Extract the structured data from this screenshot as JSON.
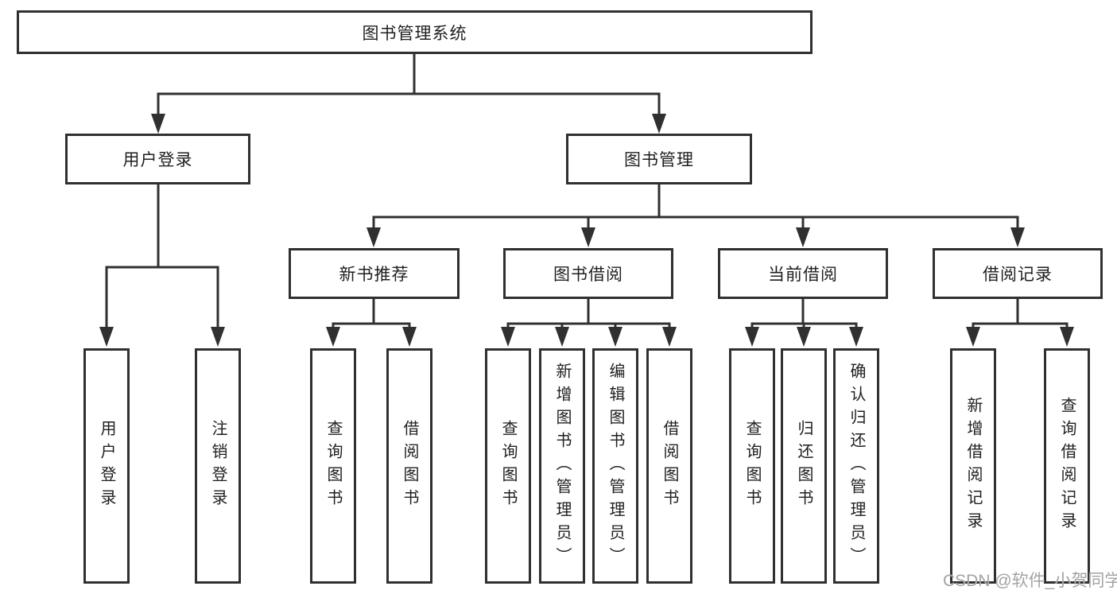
{
  "colors": {
    "line": "#303030",
    "text": "#1f1f1f",
    "canvas-bg": "#ffffff",
    "watermark": "#a3a3a3"
  },
  "tree": {
    "root": {
      "label": "图书管理系统"
    },
    "user_login": {
      "label": "用户登录",
      "children": {
        "login": {
          "label": "用户登录"
        },
        "logout": {
          "label": "注销登录"
        }
      }
    },
    "book_mgmt": {
      "label": "图书管理",
      "sections": {
        "new_book": {
          "label": "新书推荐",
          "children": {
            "query": {
              "label": "查询图书"
            },
            "borrow": {
              "label": "借阅图书"
            }
          }
        },
        "borrowing": {
          "label": "图书借阅",
          "children": {
            "query": {
              "label": "查询图书"
            },
            "add": {
              "label": "新增图书（管理员）"
            },
            "edit": {
              "label": "编辑图书（管理员）"
            },
            "borrow": {
              "label": "借阅图书"
            }
          }
        },
        "current": {
          "label": "当前借阅",
          "children": {
            "query": {
              "label": "查询图书"
            },
            "return": {
              "label": "归还图书"
            },
            "confirm": {
              "label": "确认归还（管理员）"
            }
          }
        },
        "records": {
          "label": "借阅记录",
          "children": {
            "add": {
              "label": "新增借阅记录"
            },
            "query": {
              "label": "查询借阅记录"
            }
          }
        }
      }
    }
  },
  "watermark": {
    "text": "CSDN @软件_小贺同学"
  }
}
